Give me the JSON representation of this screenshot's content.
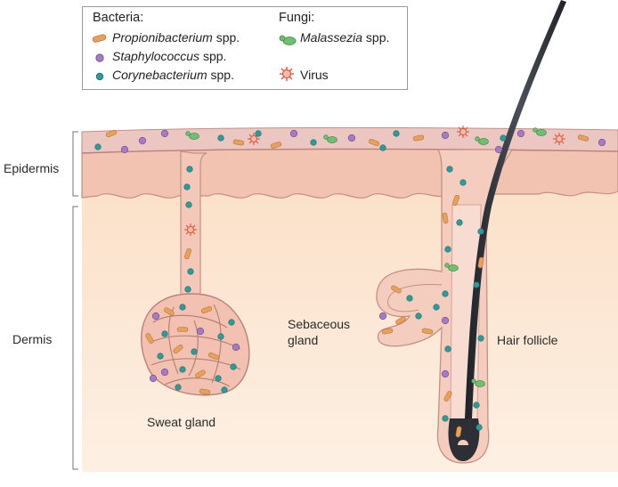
{
  "legend": {
    "bacteria_heading": "Bacteria:",
    "fungi_heading": "Fungi:",
    "items": [
      {
        "genus": "Propionibacterium",
        "suffix": " spp.",
        "icon": "rod-icon",
        "color": "#e8a15a"
      },
      {
        "genus": "Staphylococcus",
        "suffix": " spp.",
        "icon": "purple-coccus-icon",
        "color": "#a57bc3"
      },
      {
        "genus": "Corynebacterium",
        "suffix": " spp.",
        "icon": "teal-coccus-icon",
        "color": "#2a9d9a"
      },
      {
        "genus": "Malassezia",
        "suffix": " spp.",
        "icon": "yeast-icon",
        "color": "#6fbf73"
      },
      {
        "genus": "",
        "suffix": "Virus",
        "icon": "virus-icon",
        "color": "#e0523c"
      }
    ]
  },
  "layers": {
    "epidermis": "Epidermis",
    "dermis": "Dermis"
  },
  "structures": {
    "sweat_gland": "Sweat gland",
    "sebaceous_line1": "Sebaceous",
    "sebaceous_line2": "gland",
    "hair_follicle": "Hair follicle"
  },
  "colors": {
    "epidermis_fill": "#f3c8b8",
    "dermis_fill": "#fbe3cf",
    "outline": "#c48f84",
    "hair": "#2c2f35"
  }
}
